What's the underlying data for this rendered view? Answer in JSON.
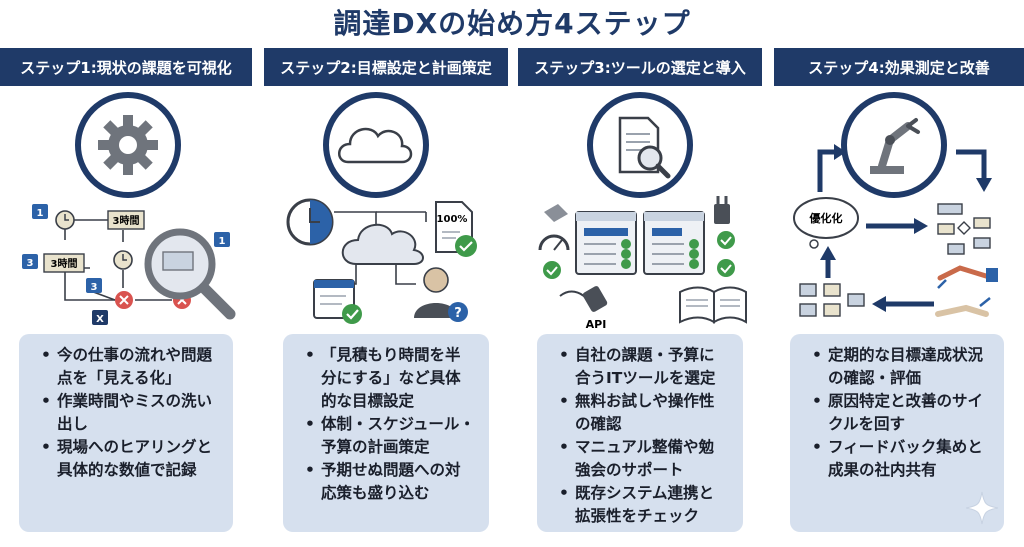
{
  "title": "調達DXの始め方4ステップ",
  "steps": [
    {
      "header": "ステップ1:現状の課題を可視化",
      "bullets": [
        "今の仕事の流れや問題点を「見える化」",
        "作業時間やミスの洗い出し",
        "現場へのヒアリングと具体的な数値で記録"
      ],
      "labels": {
        "badge1": "1",
        "badge2": "3",
        "badge3": "3",
        "badge4": "1",
        "time1": "3時間",
        "time2": "3時間",
        "xmark": "X"
      }
    },
    {
      "header": "ステップ2:目標設定と計画策定",
      "bullets": [
        "「見積もり時間を半分にする」など具体的な目標設定",
        "体制・スケジュール・予算の計画策定",
        "予期せぬ問題への対応策も盛り込む"
      ],
      "labels": {
        "percent": "100%"
      }
    },
    {
      "header": "ステップ3:ツールの選定と導入",
      "bullets": [
        "自社の課題・予算に合うITツールを選定",
        "無料お試しや操作性の確認",
        "マニュアル整備や勉強会のサポート",
        "既存システム連携と拡張性をチェック"
      ],
      "labels": {
        "api": "API"
      }
    },
    {
      "header": "ステップ4:効果測定と改善",
      "bullets": [
        "定期的な目標達成状況の確認・評価",
        "原因特定と改善のサイクルを回す",
        "フィードバック集めと成果の社内共有"
      ],
      "labels": {
        "bubble": "優化化"
      }
    }
  ],
  "colors": {
    "navy": "#1f3a68",
    "card": "#d6e0ee",
    "green": "#3f9a4a",
    "red": "#d9534f",
    "blue": "#2c62a8"
  }
}
